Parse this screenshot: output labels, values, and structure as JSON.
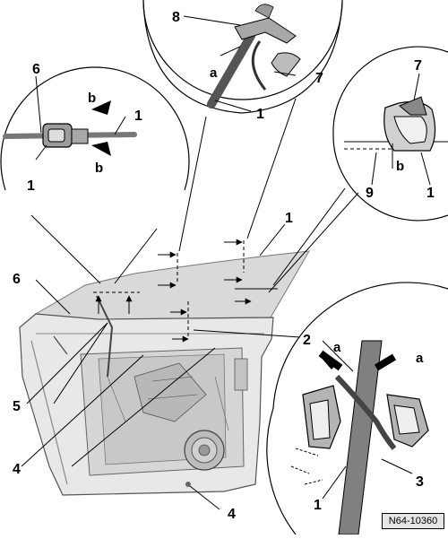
{
  "callouts": {
    "c1_tl": "1",
    "c1_tl2": "1",
    "c6_tl": "6",
    "b_tl1": "b",
    "b_tl2": "b",
    "c8": "8",
    "a_tc": "a",
    "c7_tc": "7",
    "c1_tc": "1",
    "c7_tr": "7",
    "c9_tr": "9",
    "b_tr": "b",
    "c1_tr": "1",
    "c1_mid": "1",
    "c6_mid": "6",
    "c2": "2",
    "c5": "5",
    "c4_a": "4",
    "c4_b": "4",
    "a_br1": "a",
    "a_br2": "a",
    "c3": "3",
    "c1_br": "1"
  },
  "reference": "N64-10360"
}
